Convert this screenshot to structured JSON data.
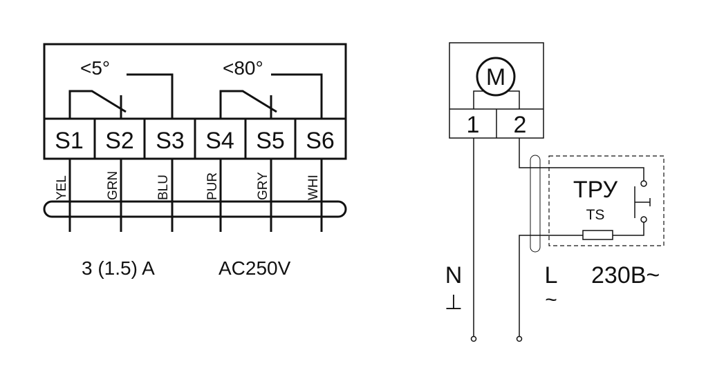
{
  "switch_diagram": {
    "angle_low": "<5°",
    "angle_high": "<80°",
    "terminals": [
      "S1",
      "S2",
      "S3",
      "S4",
      "S5",
      "S6"
    ],
    "wire_colors": [
      "YEL",
      "GRN",
      "BLU",
      "PUR",
      "GRY",
      "WHI"
    ],
    "current_rating": "3 (1.5) A",
    "voltage_rating": "AC250V"
  },
  "motor_diagram": {
    "motor_symbol": "M",
    "terminal_1": "1",
    "terminal_2": "2",
    "thermostat_label": "ТРУ",
    "thermostat_sub": "TS",
    "neutral_label": "N",
    "neutral_symbol": "⊥",
    "line_label": "L",
    "line_symbol": "~",
    "supply_voltage": "230В~"
  }
}
